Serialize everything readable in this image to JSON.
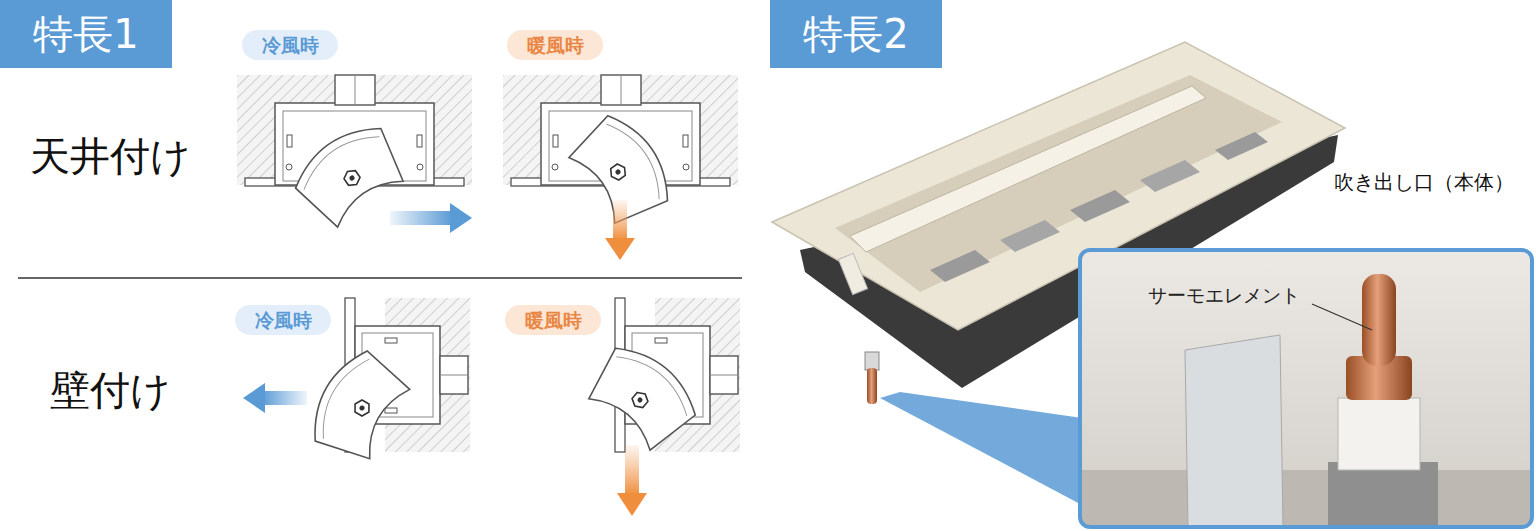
{
  "diagram": {
    "nodes": [
      {
        "text": [
          "特長1"
        ]
      },
      {
        "text": [
          "冷風時"
        ]
      },
      {
        "text": [
          "暖風時"
        ]
      },
      {
        "text": [
          "冷風時"
        ]
      },
      {
        "text": [
          "暖風時"
        ]
      },
      {
        "text": [
          "特長2"
        ]
      },
      {
        "text": [
          "サーモエレメント"
        ]
      }
    ],
    "labels": [
      "天井付け",
      "壁付け",
      "吹き出し口（本体）"
    ]
  }
}
